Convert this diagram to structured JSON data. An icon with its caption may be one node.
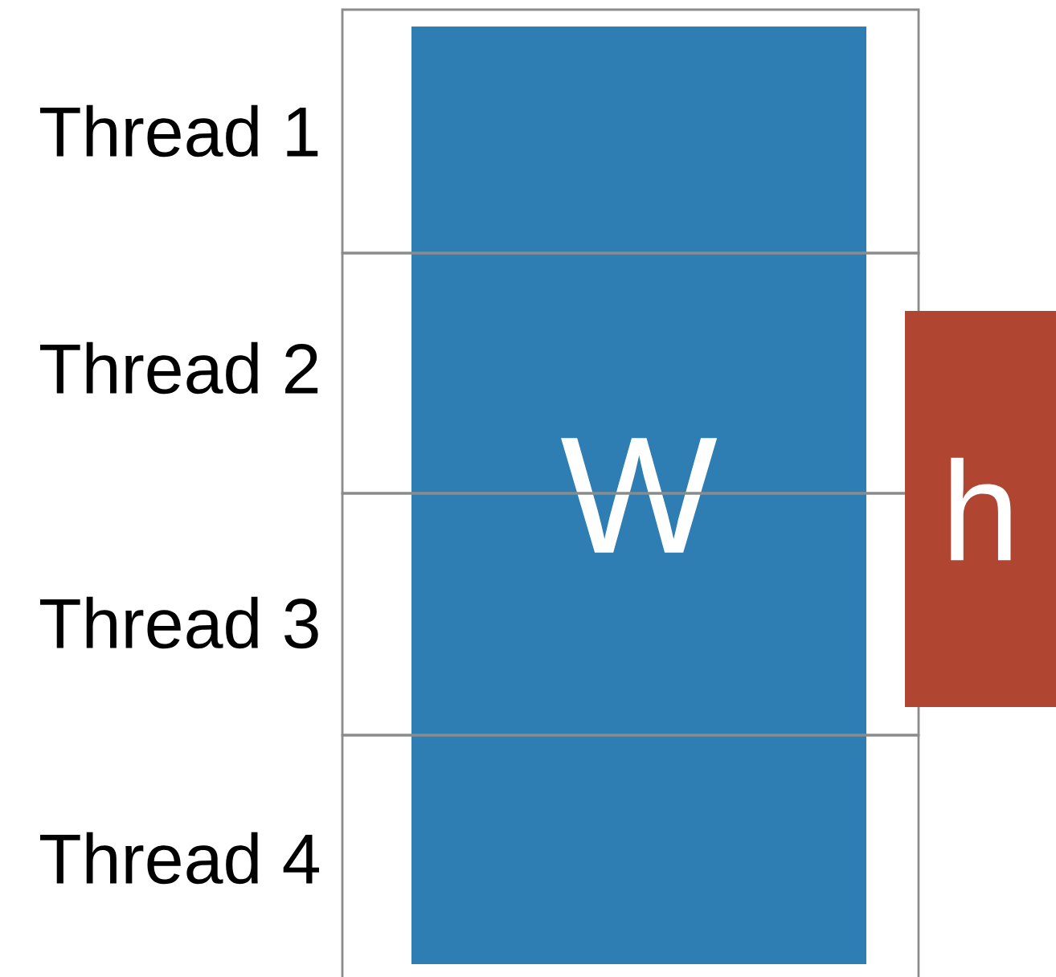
{
  "diagram": {
    "nodes": [
      {
        "text": [
          "W"
        ]
      },
      {
        "text": [
          "h"
        ]
      }
    ],
    "edges": [],
    "labels": [
      "Thread 1",
      "Thread 2",
      "Thread 3",
      "Thread 4"
    ]
  }
}
